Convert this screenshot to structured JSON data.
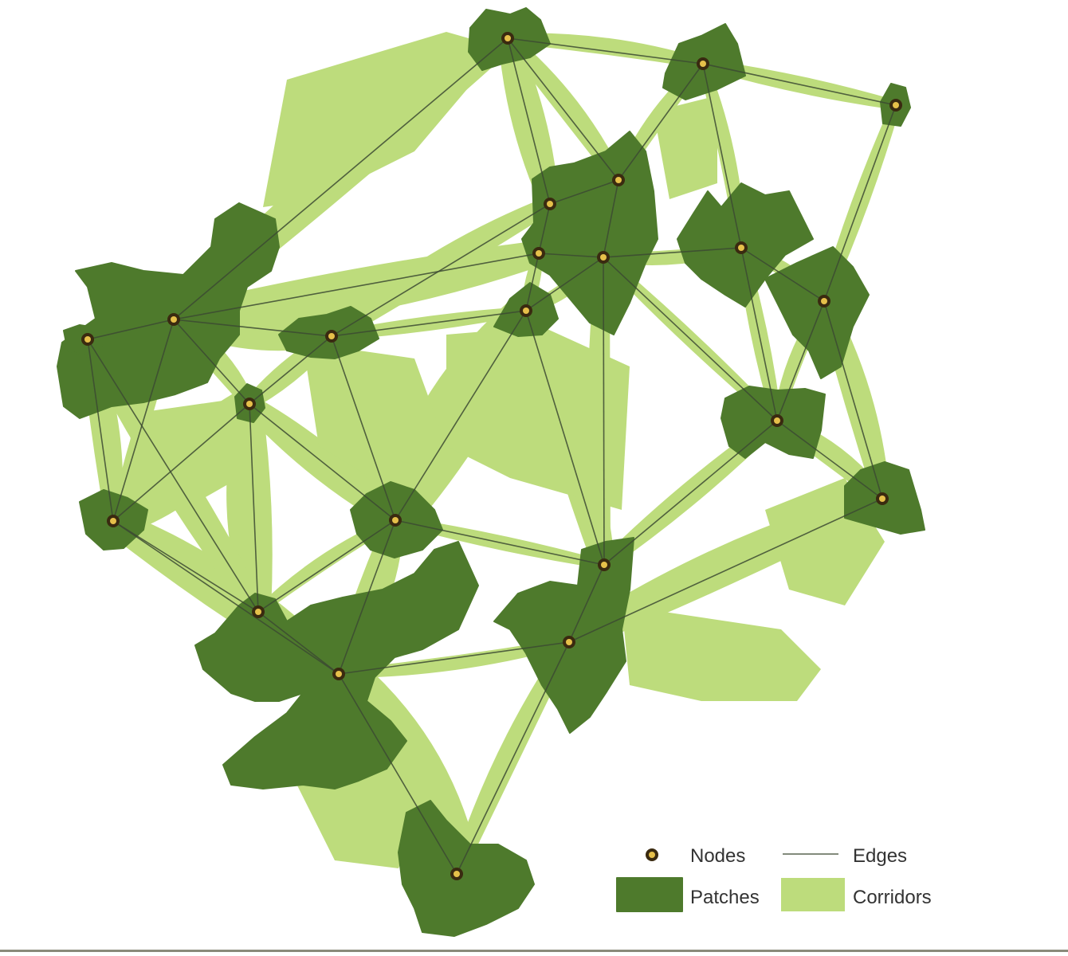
{
  "colors": {
    "patch": "#4e7a2c",
    "corridor": "#bddc7c",
    "edge": "#3c4a32",
    "node_ring": "#3a2a10",
    "node_core": "#e6c04a"
  },
  "legend": {
    "nodes": "Nodes",
    "edges": "Edges",
    "patches": "Patches",
    "corridors": "Corridors"
  }
}
